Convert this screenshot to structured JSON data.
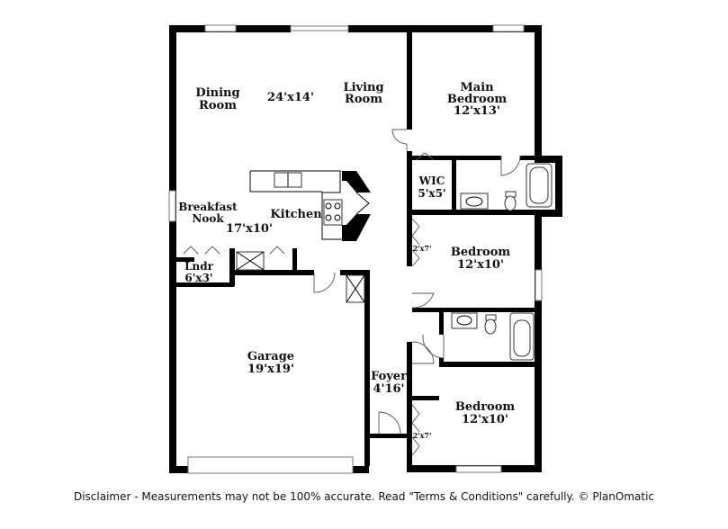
{
  "rooms": {
    "dining": {
      "name_line1": "Dining",
      "name_line2": "Room"
    },
    "living": {
      "name_line1": "Living",
      "name_line2": "Room",
      "size": "24'x14'"
    },
    "main_bedroom": {
      "name_line1": "Main",
      "name_line2": "Bedroom",
      "size": "12'x13'"
    },
    "wic": {
      "name": "WIC",
      "size": "5'x5'"
    },
    "breakfast_nook": {
      "name_line1": "Breakfast",
      "name_line2": "Nook"
    },
    "kitchen": {
      "name": "Kitchen",
      "size": "17'x10'"
    },
    "laundry": {
      "name": "Lndr",
      "size": "6'x3'"
    },
    "bedroom_2": {
      "name": "Bedroom",
      "size": "12'x10'",
      "closet": "2'x7'"
    },
    "garage": {
      "name": "Garage",
      "size": "19'x19'"
    },
    "foyer": {
      "name": "Foyer",
      "size": "4'16'"
    },
    "bedroom_3": {
      "name": "Bedroom",
      "size": "12'x10'",
      "closet": "2'x7'"
    }
  },
  "footer": {
    "disclaimer": "Disclaimer - Measurements may not be 100% accurate. Read \"Terms & Conditions\" carefully. © PlanOmatic"
  }
}
